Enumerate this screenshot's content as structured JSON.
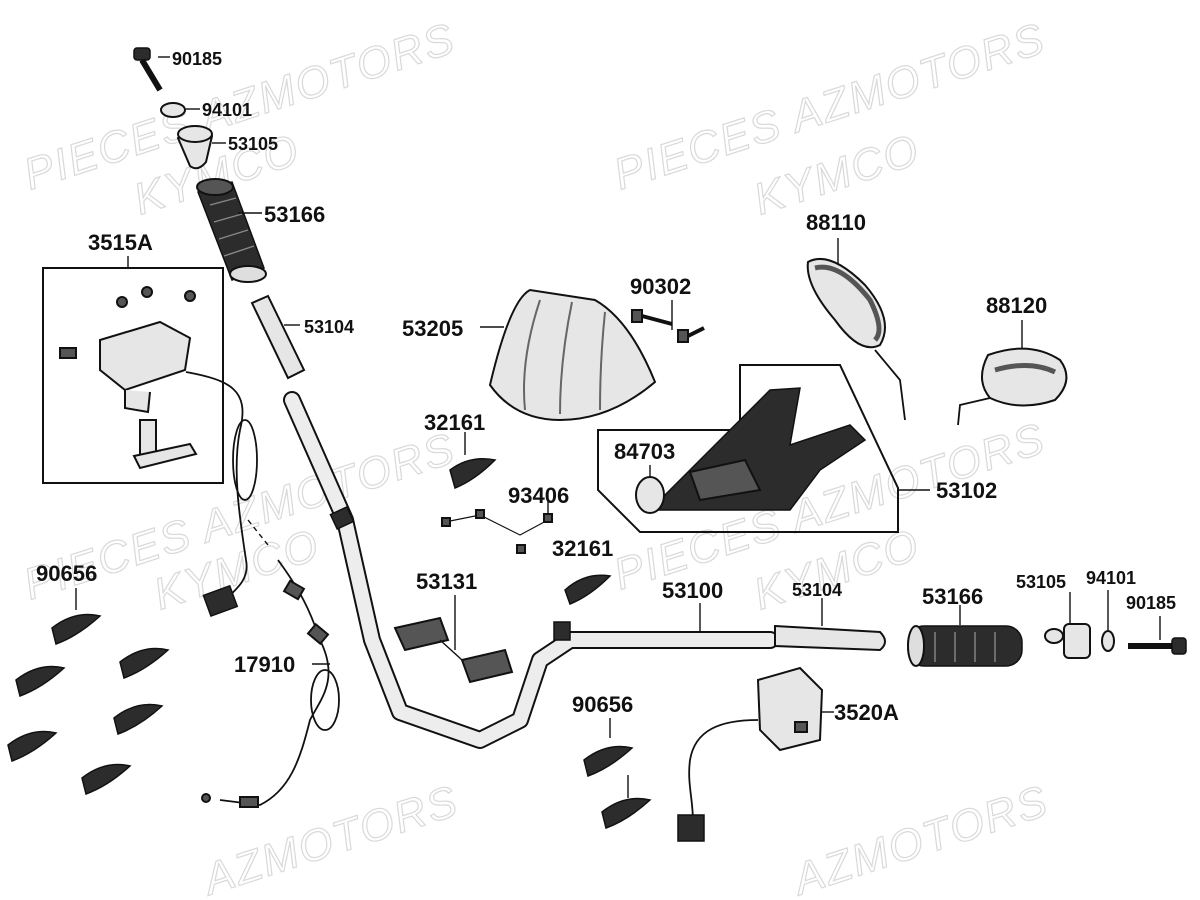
{
  "watermarks": {
    "brand": "PIECES AZMOTORS",
    "maker": "KYMCO",
    "partial": "AZMOTORS"
  },
  "labels": {
    "p90185_top": "90185",
    "p94101_top": "94101",
    "p53105_top": "53105",
    "p53166_top": "53166",
    "p3515A": "3515A",
    "p53104_left": "53104",
    "p53205": "53205",
    "p90302": "90302",
    "p88110": "88110",
    "p88120": "88120",
    "p32161_a": "32161",
    "p84703": "84703",
    "p53102": "53102",
    "p93406": "93406",
    "p32161_b": "32161",
    "p90656_left": "90656",
    "p53131": "53131",
    "p53100": "53100",
    "p53104_right": "53104",
    "p53166_right": "53166",
    "p53105_right": "53105",
    "p94101_right": "94101",
    "p90185_right": "90185",
    "p17910": "17910",
    "p90656_mid": "90656",
    "p3520A": "3520A"
  }
}
